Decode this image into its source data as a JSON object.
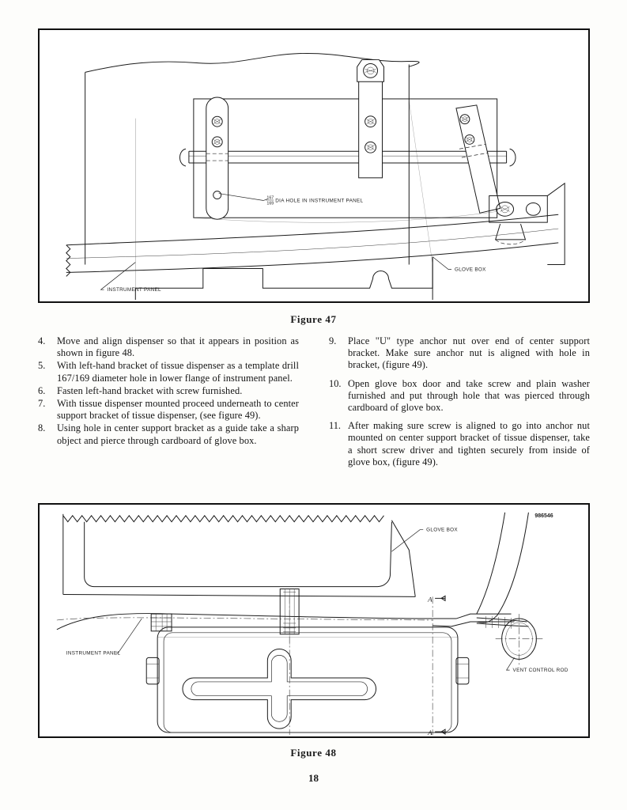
{
  "document": {
    "page_number": "18",
    "figures": [
      {
        "id": "fig47",
        "caption": "Figure  47"
      },
      {
        "id": "fig48",
        "caption": "Figure  48"
      }
    ]
  },
  "instructions": {
    "left_column": [
      {
        "number": "4.",
        "text": "Move and align dispenser so that it appears in position as shown in figure 48."
      },
      {
        "number": "5.",
        "text": "With left-hand bracket of tissue dispenser as a template drill 167/169 diameter hole in lower flange of instrument panel."
      },
      {
        "number": "6.",
        "text": "Fasten left-hand bracket with screw furnished."
      },
      {
        "number": "7.",
        "text": "With tissue dispenser mounted proceed underneath to center support bracket of tissue dispenser, (see figure 49)."
      },
      {
        "number": "8.",
        "text": "Using hole in center support bracket as a guide take a sharp object and pierce through cardboard of glove box."
      }
    ],
    "right_column": [
      {
        "number": "9.",
        "text": "Place \"U\" type anchor nut over end of center support bracket.  Make sure anchor nut is aligned with hole in bracket, (figure 49)."
      },
      {
        "number": "10.",
        "text": "Open glove box door and take screw and plain washer furnished and put through hole that was pierced through cardboard of glove box."
      },
      {
        "number": "11.",
        "text": "After making sure screw is aligned to go into anchor nut mounted on center support bracket of tissue dispenser, take a short screw driver and tighten securely from inside of glove box, (figure 49)."
      }
    ]
  },
  "figure47": {
    "callouts": {
      "hole_spec_fraction_top": "167",
      "hole_spec_fraction_bottom": "169",
      "hole_spec_suffix": "DIA HOLE IN INSTRUMENT PANEL",
      "instrument_panel": "INSTRUMENT PANEL",
      "glove_box": "GLOVE BOX"
    }
  },
  "figure48": {
    "callouts": {
      "glove_box": "GLOVE BOX",
      "instrument_panel": "INSTRUMENT PANEL",
      "vent_control_rod": "VENT CONTROL ROD",
      "drawing_number": "986546",
      "section_top": "A",
      "section_bottom": "A"
    }
  },
  "colors": {
    "paper": "#fdfdfb",
    "ink": "#1b1b1b",
    "text": "#141414"
  }
}
